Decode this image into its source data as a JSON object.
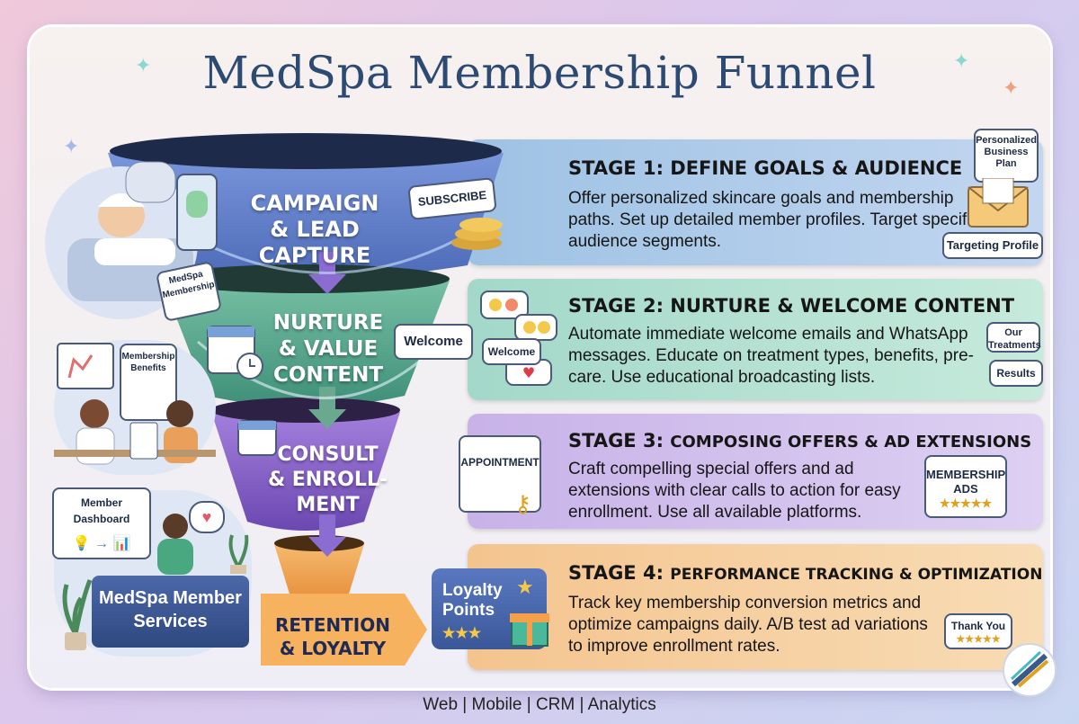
{
  "title": "MedSpa Membership Funnel",
  "footer": "Web | Mobile | CRM | Analytics",
  "funnel": [
    {
      "line1": "CAMPAIGN",
      "line2": "& LEAD CAPTURE"
    },
    {
      "line1": "NURTURE",
      "line2": "& VALUE",
      "line3": "CONTENT"
    },
    {
      "line1": "CONSULT",
      "line2": "& ENROLL-",
      "line3": "MENT"
    },
    {
      "line1": "RETENTION",
      "line2": "& LOYALTY"
    }
  ],
  "stages": [
    {
      "title": "STAGE 1: DEFINE GOALS & AUDIENCE",
      "description": "Offer personalized skincare goals and membership paths. Set up detailed member profiles. Target specific audience segments."
    },
    {
      "title": "STAGE 2: NURTURE & WELCOME CONTENT",
      "description": "Automate immediate welcome emails and WhatsApp messages. Educate on treatment types, benefits, pre-care. Use educational broadcasting lists."
    },
    {
      "title_prefix": "STAGE 3:",
      "title_rest": "COMPOSING OFFERS & AD EXTENSIONS",
      "description": "Craft compelling special offers and ad extensions with clear calls to action for easy enrollment. Use all available platforms."
    },
    {
      "title_prefix": "STAGE 4:",
      "title_rest": "PERFORMANCE TRACKING & OPTIMIZATION",
      "description": "Track key membership conversion metrics and optimize campaigns daily. A/B test ad variations to improve enrollment rates."
    }
  ],
  "labels": {
    "subscribe": "SUBSCRIBE",
    "medspa_membership_card": "MedSpa Membership",
    "membership_benefits": "Membership Benefits",
    "welcome_1": "Welcome",
    "welcome_2": "Welcome",
    "member_dashboard": "Member Dashboard",
    "medspa_member_services": "MedSpa Member Services",
    "personalized_business_plan": "Personalized Business Plan",
    "targeting_profile": "Targeting Profile",
    "our_treatments": "Our Treatments",
    "results": "Results",
    "appointment": "APPOINTMENT",
    "membership_ads": "MEMBERSHIP ADS",
    "loyalty_points": "Loyalty Points",
    "thank_you": "Thank You"
  },
  "colors": {
    "title": "#2c4a72",
    "funnel_stage1": "#5f7fc4",
    "funnel_stage2": "#5aa88f",
    "funnel_stage3": "#8a64c6",
    "funnel_stage4": "#f0a04a",
    "arrow": "#8b6cd0"
  }
}
